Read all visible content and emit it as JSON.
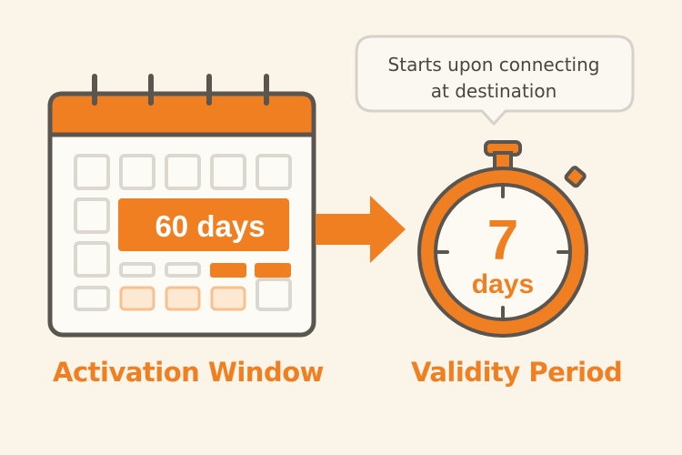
{
  "calendar": {
    "badge": "60 days",
    "label": "Activation Window"
  },
  "timer": {
    "number": "7",
    "unit": "days",
    "label": "Validity Period"
  },
  "bubble": {
    "line1": "Starts upon connecting",
    "line2": "at destination"
  },
  "colors": {
    "accent": "#f07f22",
    "light_accent": "#f9c18f",
    "outline": "#5b5550",
    "cell": "#dcd7cf",
    "background": "#fbf5e9"
  },
  "icons": [
    "calendar-icon",
    "arrow-icon",
    "stopwatch-icon",
    "speech-bubble-icon"
  ]
}
